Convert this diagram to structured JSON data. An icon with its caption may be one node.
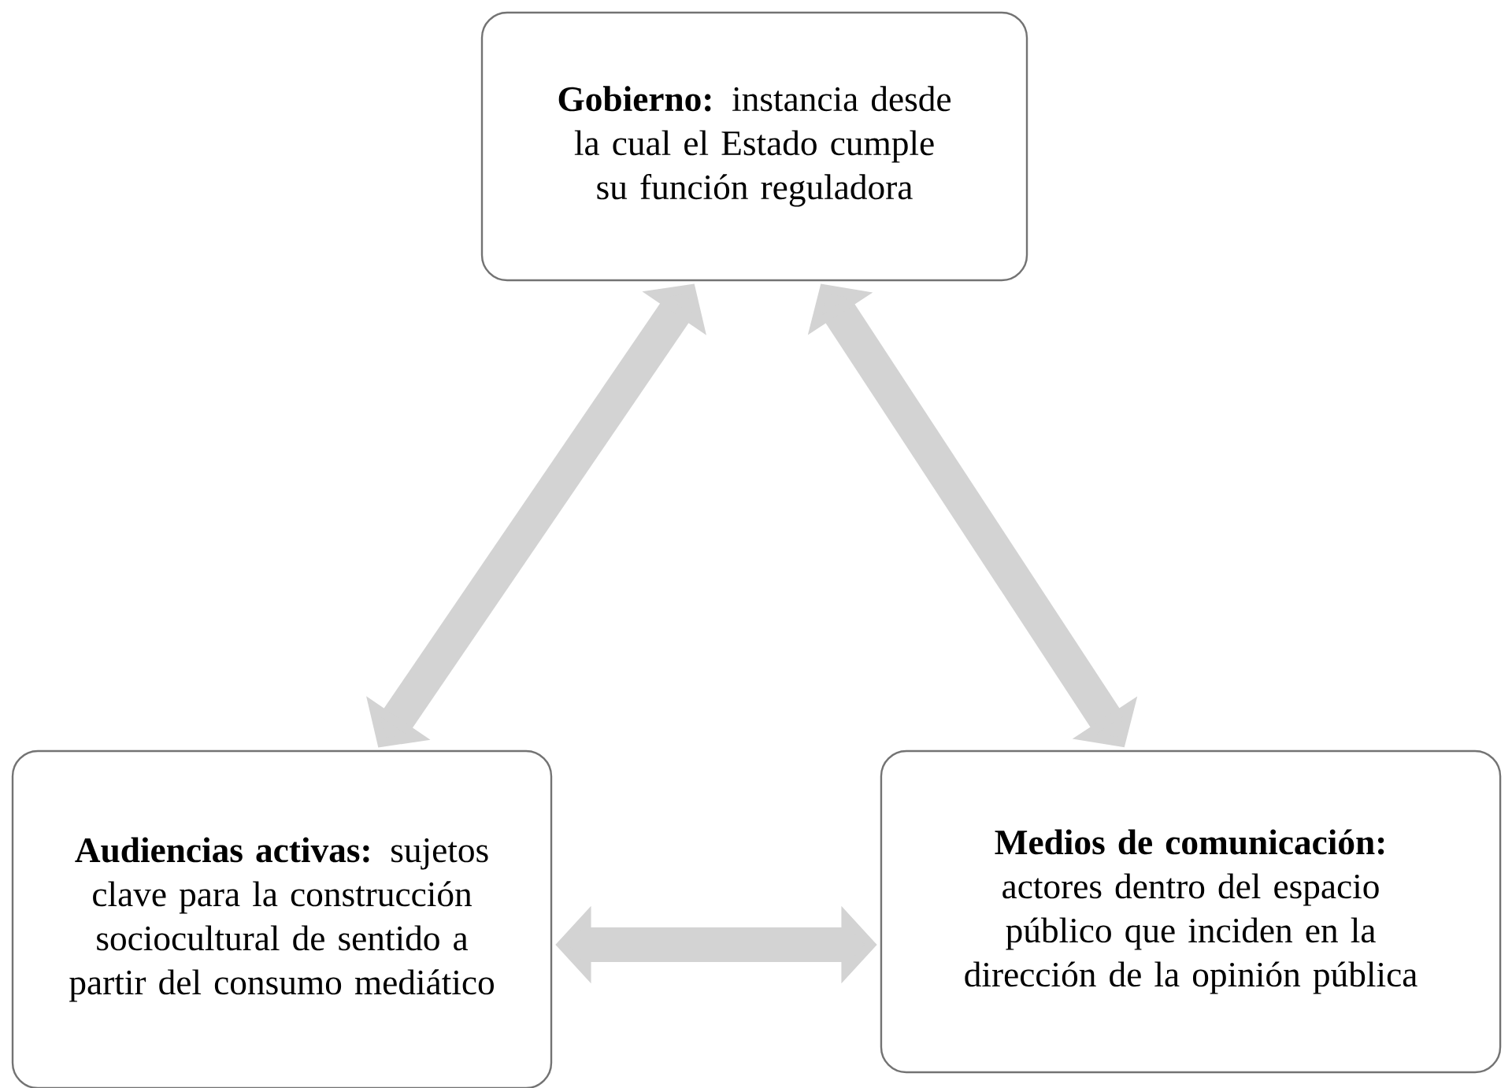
{
  "diagram": {
    "nodes": [
      {
        "text": [
          "**Gobierno:** instancia desde la cual el Estado cumple su función reguladora"
        ]
      },
      {
        "text": [
          "**Audiencias activas:** sujetos clave para la construcción sociocultural de sentido a partir del consumo mediático"
        ]
      },
      {
        "text": [
          "**Medios de comunicación:** actores dentro del espacio público que inciden en la dirección de la opinión pública"
        ]
      }
    ],
    "edges": [
      {
        "from": 0,
        "to": 1,
        "arrow": "both"
      },
      {
        "from": 0,
        "to": 2,
        "arrow": "both"
      },
      {
        "from": 1,
        "to": 2,
        "arrow": "both"
      }
    ]
  }
}
